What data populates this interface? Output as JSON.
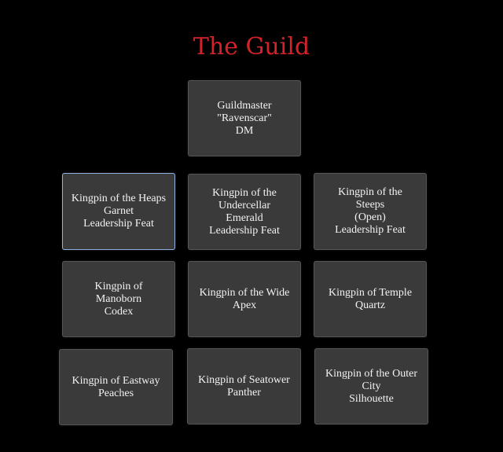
{
  "title": "The Guild",
  "colors": {
    "title": "#d4222a",
    "background": "#000000",
    "box_fill": "#3a3a3a",
    "selected_border": "#8fb3e0"
  },
  "guildmaster": {
    "lines": [
      "Guildmaster",
      "\"Ravenscar\"",
      "DM"
    ]
  },
  "kingpins": [
    {
      "lines": [
        "Kingpin of the Heaps",
        "Garnet",
        "Leadership Feat"
      ],
      "selected": true
    },
    {
      "lines": [
        "Kingpin of the",
        "Undercellar",
        "Emerald",
        "Leadership Feat"
      ]
    },
    {
      "lines": [
        "Kingpin of the",
        "Steeps",
        "(Open)",
        "Leadership Feat"
      ]
    },
    {
      "lines": [
        "Kingpin of",
        "Manoborn",
        "Codex"
      ]
    },
    {
      "lines": [
        "Kingpin of the Wide",
        "Apex"
      ]
    },
    {
      "lines": [
        "Kingpin of Temple",
        "Quartz"
      ]
    },
    {
      "lines": [
        "Kingpin of Eastway",
        "Peaches"
      ]
    },
    {
      "lines": [
        "Kingpin of Seatower",
        "Panther"
      ]
    },
    {
      "lines": [
        "Kingpin of the Outer",
        "City",
        "Silhouette"
      ]
    }
  ]
}
